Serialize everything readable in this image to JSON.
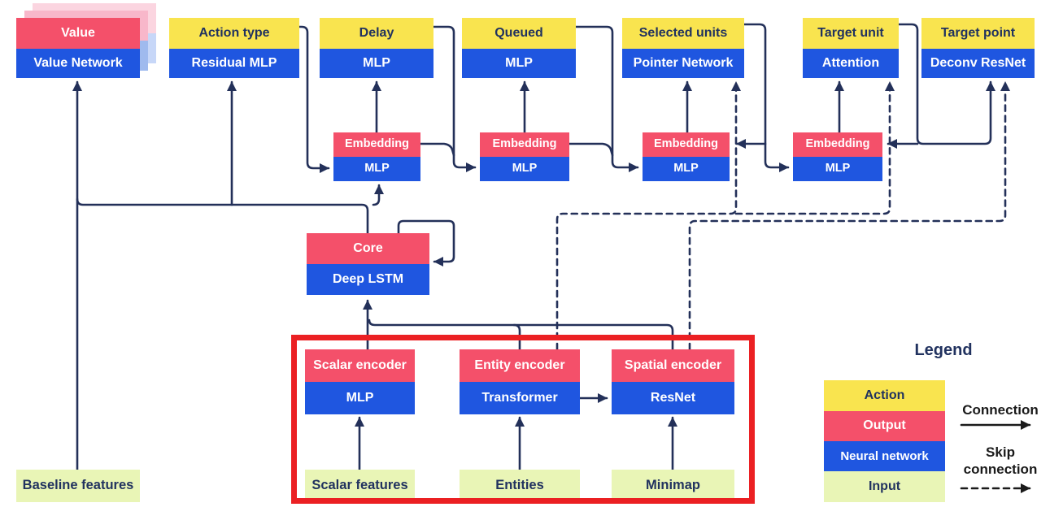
{
  "heads": [
    {
      "action": "Value",
      "network": "Value Network"
    },
    {
      "action": "Action type",
      "network": "Residual MLP"
    },
    {
      "action": "Delay",
      "network": "MLP"
    },
    {
      "action": "Queued",
      "network": "MLP"
    },
    {
      "action": "Selected units",
      "network": "Pointer Network"
    },
    {
      "action": "Target unit",
      "network": "Attention"
    },
    {
      "action": "Target point",
      "network": "Deconv ResNet"
    }
  ],
  "embeddings": [
    {
      "label": "Embedding",
      "network": "MLP"
    },
    {
      "label": "Embedding",
      "network": "MLP"
    },
    {
      "label": "Embedding",
      "network": "MLP"
    },
    {
      "label": "Embedding",
      "network": "MLP"
    }
  ],
  "core": {
    "label": "Core",
    "network": "Deep LSTM"
  },
  "encoders": [
    {
      "label": "Scalar encoder",
      "network": "MLP"
    },
    {
      "label": "Entity encoder",
      "network": "Transformer"
    },
    {
      "label": "Spatial encoder",
      "network": "ResNet"
    }
  ],
  "inputs": {
    "baseline": "Baseline features",
    "scalar": "Scalar features",
    "entities": "Entities",
    "minimap": "Minimap"
  },
  "legend": {
    "title": "Legend",
    "items": [
      {
        "label": "Action",
        "color": "#F9E44F"
      },
      {
        "label": "Output",
        "color": "#F4506A"
      },
      {
        "label": "Neural network",
        "color": "#1F56E0"
      },
      {
        "label": "Input",
        "color": "#E9F5B6"
      }
    ],
    "connection_label": "Connection",
    "skip_label_line1": "Skip",
    "skip_label_line2": "connection"
  },
  "colors": {
    "action_yellow": "#F9E44F",
    "output_red": "#F4506A",
    "network_blue": "#1F56E0",
    "input_green": "#E9F5B6",
    "line_navy": "#233059",
    "text_navy": "#21325F",
    "highlight_red": "#EB2023"
  }
}
